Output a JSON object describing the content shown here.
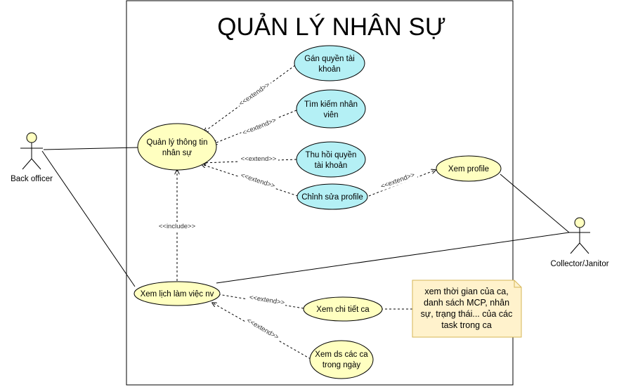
{
  "title": "QUẢN LÝ NHÂN SỰ",
  "actors": {
    "back_officer": "Back officer",
    "collector": "Collector/Janitor"
  },
  "use_cases": {
    "quan_ly": [
      "Quản lý thông tin",
      "nhân sự"
    ],
    "gan_quyen": [
      "Gán quyền tài",
      "khoản"
    ],
    "tim_kiem": [
      "Tìm kiếm nhân",
      "viên"
    ],
    "thu_hoi": [
      "Thu hồi quyền",
      "tài khoản"
    ],
    "chinh_sua": "Chỉnh sửa profile",
    "xem_profile": "Xem profile",
    "xem_lich": "Xem lịch làm việc nv",
    "xem_chi_tiet": "Xem chi tiết ca",
    "xem_ds": [
      "Xem ds các ca",
      "trong ngày"
    ]
  },
  "relations": {
    "extend": "<<extend>>",
    "include": "<<include>>"
  },
  "note": [
    "xem thời gian của ca,",
    "danh sách MCP, nhân",
    "sự, trạng thái... của các",
    "task trong ca"
  ],
  "colors": {
    "yellow_fill": "#ffffc0",
    "cyan_fill": "#b4f0f5",
    "note_fill": "#fff2cc",
    "note_stroke": "#d6b656",
    "actor_head": "#ffffc0"
  }
}
